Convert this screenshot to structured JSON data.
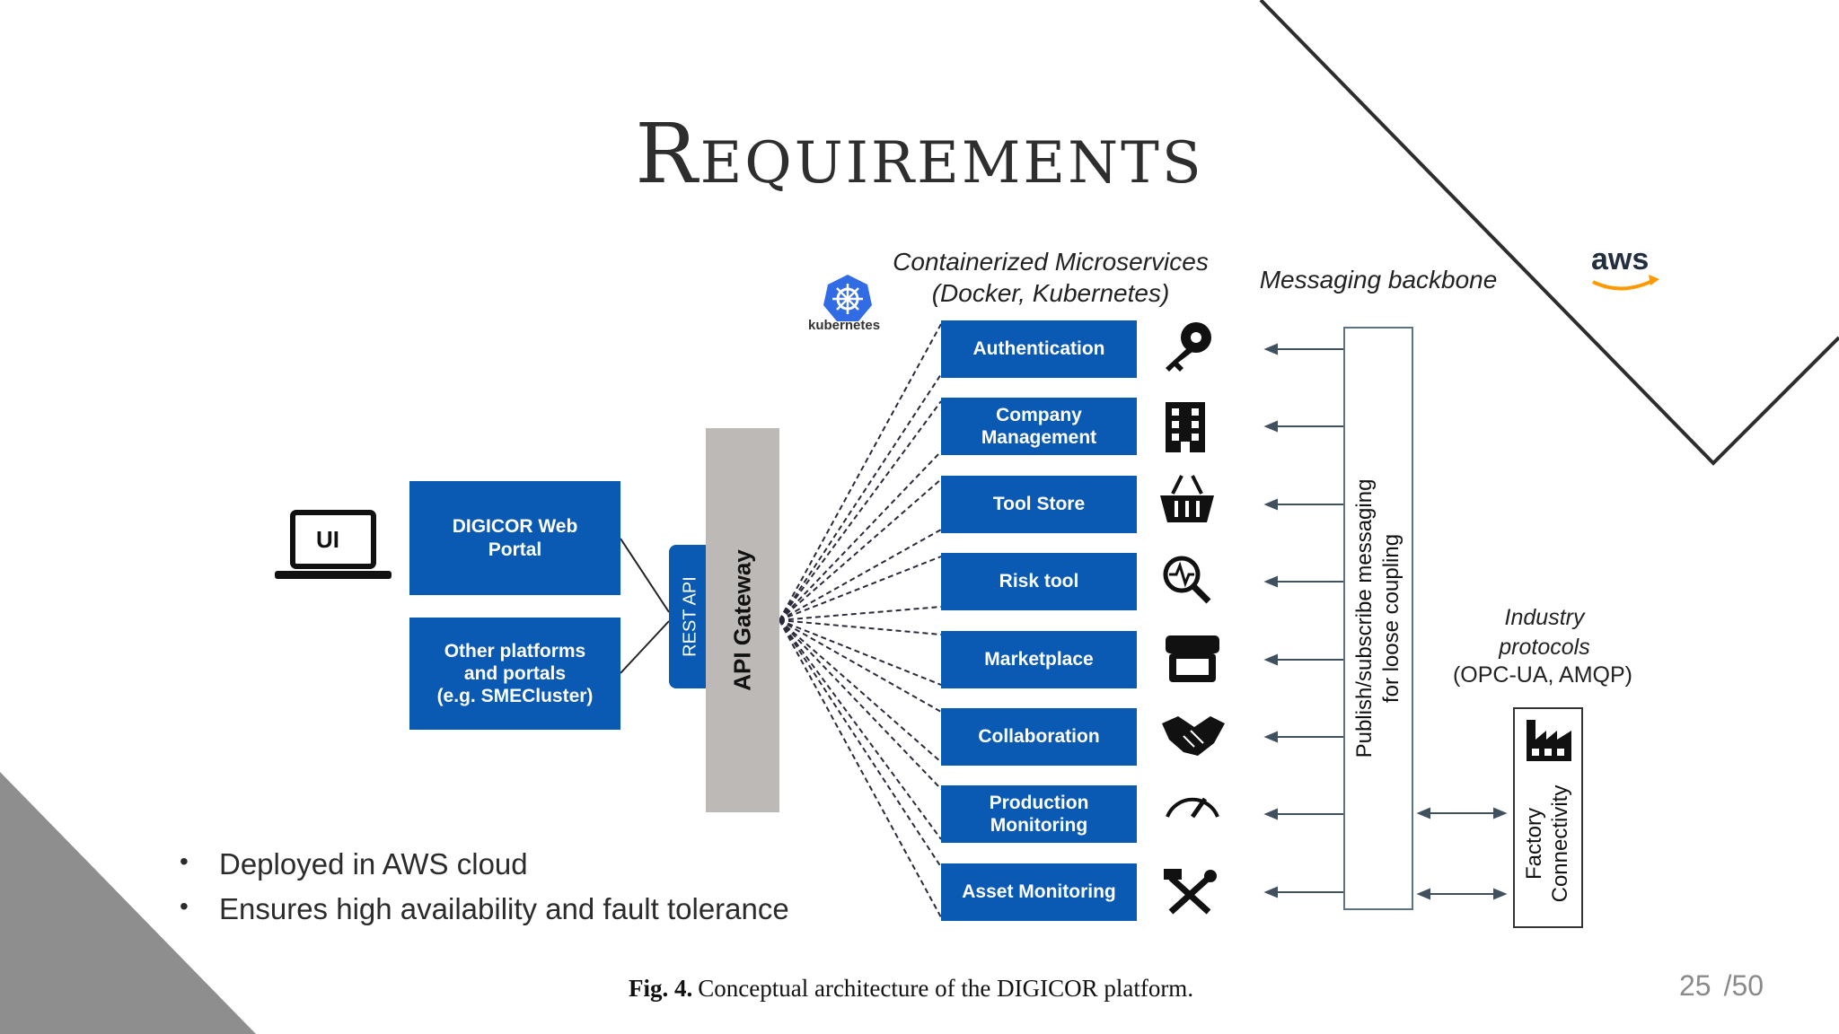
{
  "slide": {
    "title": "Requirements",
    "page_number": "25",
    "page_total": "/50"
  },
  "colors": {
    "box_blue": "#0a5ab4",
    "gateway_gray": "#bdb9b6",
    "deco_gray": "#8e8e8e"
  },
  "diagram": {
    "microservices_label": "Containerized Microservices\n(Docker, Kubernetes)",
    "kubernetes_label": "kubernetes",
    "messaging_label": "Messaging backbone",
    "aws_label": "aws",
    "ui_label": "UI",
    "portals": [
      {
        "label": "DIGICOR Web\nPortal"
      },
      {
        "label": "Other platforms\nand portals\n(e.g. SMECluster)"
      }
    ],
    "rest_api": "REST API",
    "api_gateway": "API Gateway",
    "services": [
      {
        "label": "Authentication",
        "icon": "key-icon"
      },
      {
        "label": "Company\nManagement",
        "icon": "building-icon"
      },
      {
        "label": "Tool Store",
        "icon": "basket-icon"
      },
      {
        "label": "Risk tool",
        "icon": "magnifier-icon"
      },
      {
        "label": "Marketplace",
        "icon": "store-icon"
      },
      {
        "label": "Collaboration",
        "icon": "handshake-icon"
      },
      {
        "label": "Production\nMonitoring",
        "icon": "gauge-icon"
      },
      {
        "label": "Asset Monitoring",
        "icon": "hammer-wrench-icon"
      }
    ],
    "messaging_box": "Publish/subscribe messaging\nfor loose coupling",
    "industry_protocols": "Industry\nprotocols",
    "protocol_examples": "(OPC-UA, AMQP)",
    "factory_box": "Factory\nConnectivity"
  },
  "bullets": [
    "Deployed in AWS cloud",
    "Ensures high availability and fault tolerance"
  ],
  "caption": {
    "label": "Fig. 4.",
    "text": "Conceptual architecture of the DIGICOR platform."
  }
}
